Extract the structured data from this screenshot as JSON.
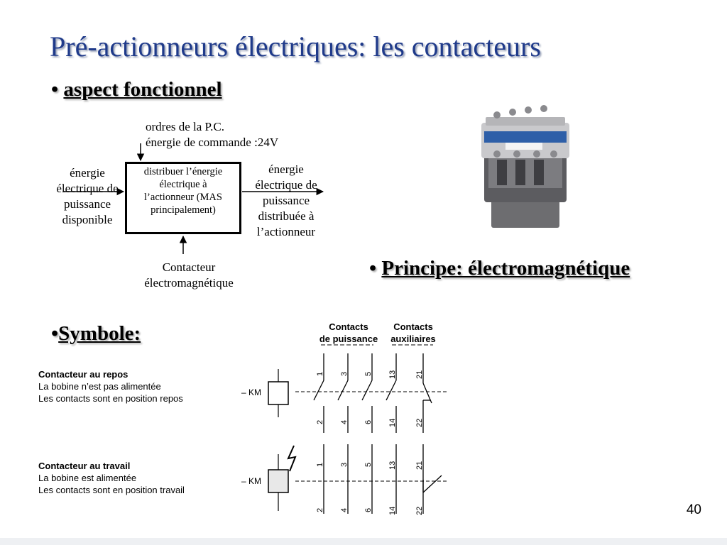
{
  "slide": {
    "title": "Pré-actionneurs électriques: les contacteurs",
    "page_number": "40"
  },
  "bullets": {
    "aspect_prefix": "• ",
    "aspect": "aspect fonctionnel",
    "principe_prefix": "• ",
    "principe": "Principe: électromagnétique",
    "symbole_prefix": "•",
    "symbole": "Symbole:"
  },
  "diagram": {
    "top_input_line1": "ordres de la P.C.",
    "top_input_line2": "énergie de commande :24V",
    "left_input": [
      "énergie",
      "électrique de",
      "puissance",
      "disponible"
    ],
    "box_text": [
      "distribuer l’énergie",
      "électrique à",
      "l’actionneur (MAS",
      "principalement)"
    ],
    "right_output": [
      "énergie",
      "électrique de",
      "puissance",
      "distribuée à",
      "l’actionneur"
    ],
    "bottom": [
      "Contacteur",
      "électromagnétique"
    ]
  },
  "symbol": {
    "header_power": [
      "Contacts",
      "de puissance"
    ],
    "header_aux": [
      "Contacts",
      "auxiliaires"
    ],
    "coil_label": "– KM",
    "repos": {
      "title": "Contacteur au repos",
      "line1": "La bobine n’est pas alimentée",
      "line2": "Les contacts sont en position repos",
      "top_numbers": [
        "1",
        "3",
        "5",
        "13",
        "21"
      ],
      "bottom_numbers": [
        "2",
        "4",
        "6",
        "14",
        "22"
      ]
    },
    "travail": {
      "title": "Contacteur au travail",
      "line1": "La bobine est alimentée",
      "line2": "Les contacts sont en position travail",
      "top_numbers": [
        "1",
        "3",
        "5",
        "13",
        "21"
      ],
      "bottom_numbers": [
        "2",
        "4",
        "6",
        "14",
        "22"
      ]
    }
  },
  "colors": {
    "title": "#1f3a8a",
    "text": "#000000"
  },
  "icons": {
    "photo": "contactor-photo",
    "lightning": "energized-lightning-icon"
  }
}
